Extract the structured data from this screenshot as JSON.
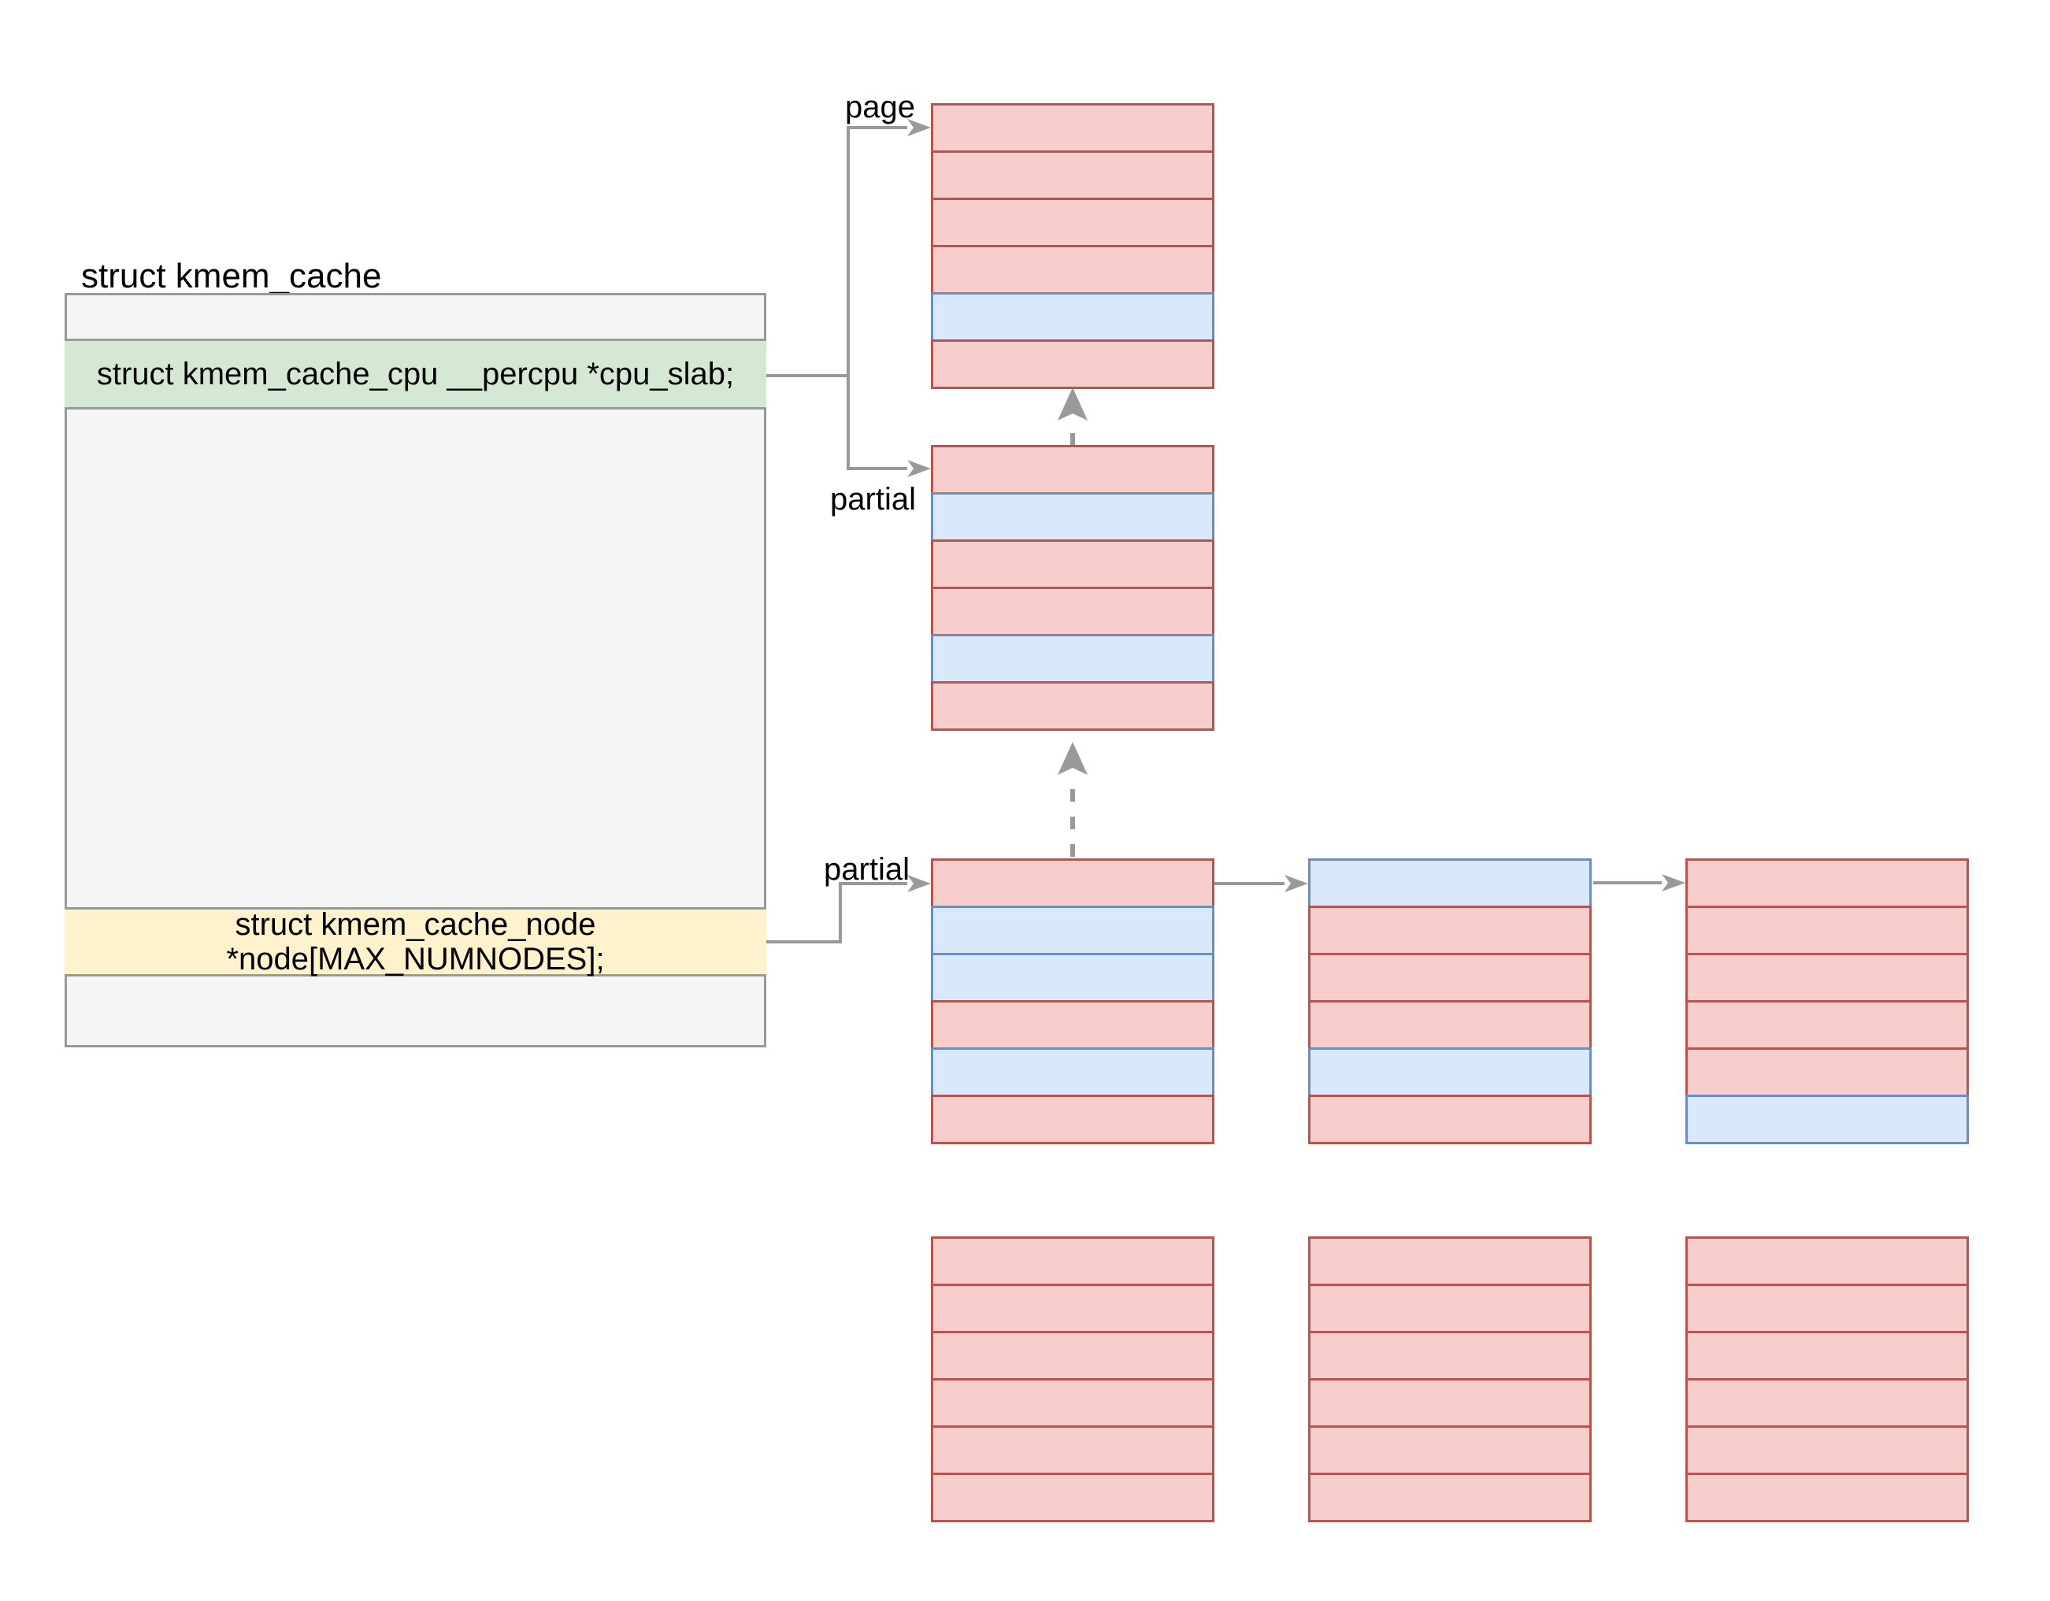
{
  "diagram": {
    "title": "struct kmem_cache",
    "fields": {
      "cpu_slab": "struct kmem_cache_cpu __percpu *cpu_slab;",
      "node_line1": "struct kmem_cache_node",
      "node_line2": "*node[MAX_NUMNODES];"
    }
  },
  "labels": {
    "page": "page",
    "partial_cpu": "partial",
    "partial_node": "partial"
  },
  "slabs": {
    "page": [
      "pink",
      "pink",
      "pink",
      "pink",
      "blue",
      "pink"
    ],
    "cpu_partial": [
      "pink",
      "blue",
      "pink",
      "pink",
      "blue",
      "pink"
    ],
    "node_partial_1": [
      "pink",
      "blue",
      "blue",
      "pink",
      "blue",
      "pink"
    ],
    "node_partial_2": [
      "blue",
      "pink",
      "pink",
      "pink",
      "blue",
      "pink"
    ],
    "node_partial_3": [
      "pink",
      "pink",
      "pink",
      "pink",
      "pink",
      "blue"
    ],
    "empty_1": [
      "pink",
      "pink",
      "pink",
      "pink",
      "pink",
      "pink"
    ],
    "empty_2": [
      "pink",
      "pink",
      "pink",
      "pink",
      "pink",
      "pink"
    ],
    "empty_3": [
      "pink",
      "pink",
      "pink",
      "pink",
      "pink",
      "pink"
    ]
  },
  "colors": {
    "pink_fill": "#f8cecc",
    "pink_stroke": "#b85450",
    "blue_fill": "#dae8fc",
    "blue_stroke": "#6c8ebf",
    "green_fill": "#d5e8d4",
    "yellow_fill": "#fff2cc",
    "box_fill": "#f5f5f5",
    "box_stroke": "#999999",
    "connector": "#999999",
    "text": "#000000"
  }
}
